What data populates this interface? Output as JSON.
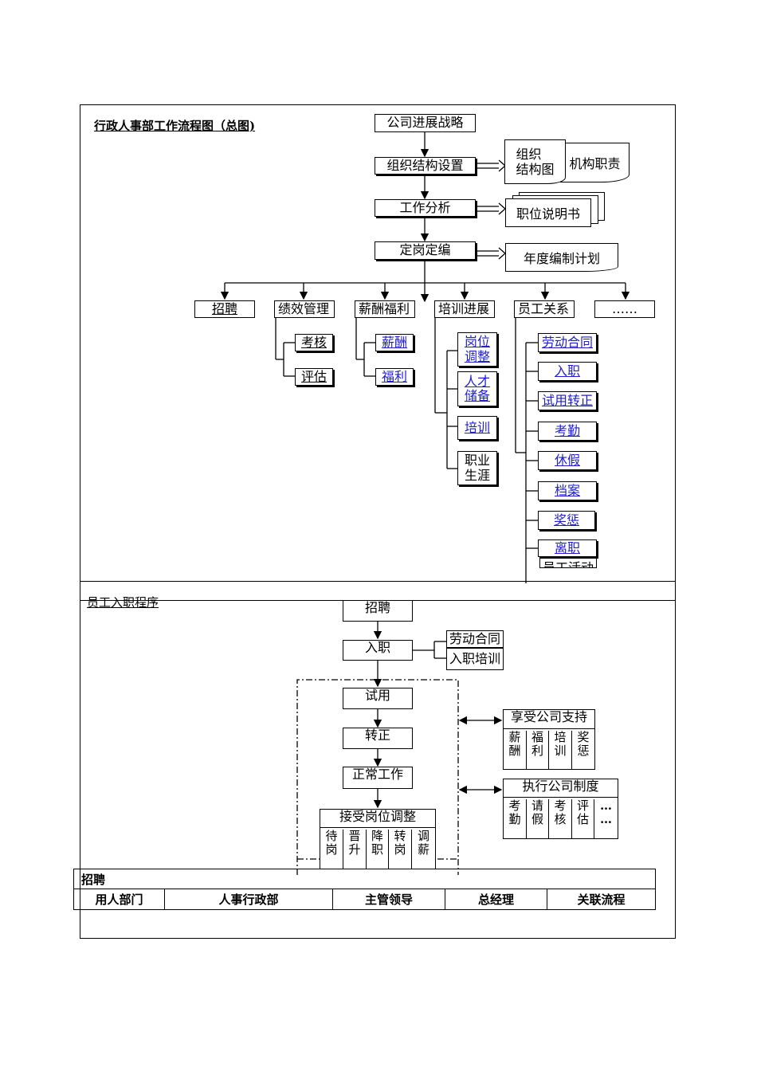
{
  "section1": {
    "title": "行政人事部工作流程图（总图)",
    "main_chain": [
      "公司进展战略",
      "组织结构设置",
      "工作分析",
      "定岗定编"
    ],
    "docs": {
      "org_chart": "组织\n结构图",
      "duties": "机构职责",
      "job_desc": "职位说明书",
      "annual_plan": "年度编制计划"
    },
    "branches": [
      "招聘",
      "绩效管理",
      "薪酬福利",
      "培训进展",
      "员工关系",
      "……"
    ],
    "performance_items": [
      "考核",
      "评估"
    ],
    "compensation_items": [
      "薪酬",
      "福利"
    ],
    "training_items": [
      "岗位\n调整",
      "人才\n储备",
      "培训",
      "职业\n生涯"
    ],
    "relations_items": [
      "劳动合同",
      "入职",
      "试用转正",
      "考勤",
      "休假",
      "档案",
      "奖惩",
      "离职"
    ],
    "relations_hidden": "员工活动"
  },
  "section2": {
    "title": "员工入职程序",
    "steps": [
      "招聘",
      "入职",
      "试用",
      "转正",
      "正常工作"
    ],
    "onboard_side": [
      "劳动合同",
      "入职培训"
    ],
    "support_title": "享受公司支持",
    "support_items": [
      "薪\n酬",
      "福\n利",
      "培\n训",
      "奖\n惩"
    ],
    "policy_title": "执行公司制度",
    "policy_items": [
      "考\n勤",
      "请\n假",
      "考\n核",
      "评\n估",
      "…\n…"
    ],
    "adjust_title": "接受岗位调整",
    "adjust_items": [
      "待\n岗",
      "晋\n升",
      "降\n职",
      "转\n岗",
      "调\n薪"
    ]
  },
  "table": {
    "title": "招聘",
    "headers": [
      "用人部门",
      "人事行政部",
      "主管领导",
      "总经理",
      "关联流程"
    ]
  },
  "colors": {
    "link": "#1f1fcc",
    "line": "#000000"
  }
}
